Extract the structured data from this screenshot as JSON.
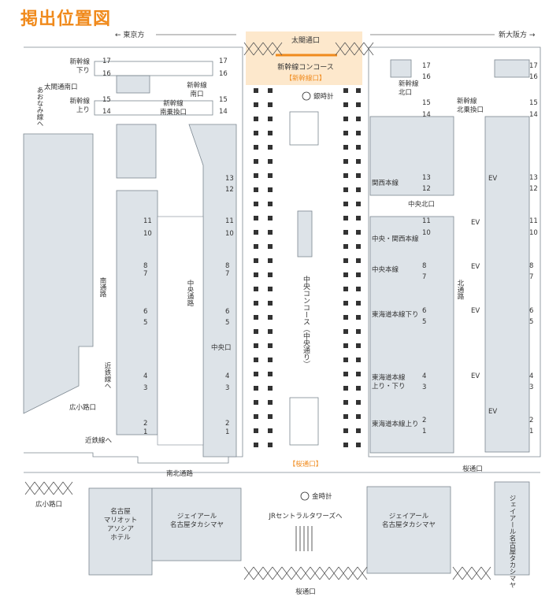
{
  "title": "掲出位置図",
  "colors": {
    "accent": "#f08a1c",
    "concourse_bg": "#fde8cc",
    "block": "#dde3e8",
    "line": "#7c8790",
    "text": "#333333"
  },
  "directions": {
    "west": "← 東京方",
    "east": "新大阪方 →"
  },
  "top_concourse": {
    "gate": "太閤通口",
    "name": "新幹線コンコース",
    "sub": "【新幹線口】"
  },
  "left_labels": {
    "shinkansen_down": [
      "新幹線",
      "下り"
    ],
    "shinkansen_up": [
      "新幹線",
      "上り"
    ],
    "taiko_south": "太閤通南口",
    "aonami": "あおなみ線へ",
    "shinkansen_south": [
      "新幹線",
      "南口"
    ],
    "shinkansen_south_transfer": [
      "新幹線",
      "南乗換口"
    ],
    "south_street": "南通路",
    "central_street": "中央通路",
    "central_gate": "中央口",
    "kintetsu": "近鉄線へ",
    "hirokoji": "広小路口",
    "kintetsu_bottom": "近鉄線へ"
  },
  "right_labels": {
    "shinkansen_north": [
      "新幹線",
      "北口"
    ],
    "shinkansen_north_transfer": [
      "新幹線",
      "北乗換口"
    ],
    "kansai": "関西本線",
    "central_north": "中央北口",
    "chuo_kansai": "中央・関西本線",
    "chuo": "中央本線",
    "tokaido_down": "東海道本線下り",
    "tokaido_both": [
      "東海道本線",
      "上り・下り"
    ],
    "tokaido_up": "東海道本線上り",
    "north_street": "北通路",
    "ev": "EV"
  },
  "center": {
    "silver_clock": "銀時計",
    "central_concourse": "中央コンコース（中央通り）",
    "sakura_gate": "【桜通口】"
  },
  "platforms": [
    "17",
    "16",
    "15",
    "14",
    "13",
    "12",
    "11",
    "10",
    "8",
    "7",
    "6",
    "5",
    "4",
    "3",
    "2",
    "1"
  ],
  "bottom": {
    "nanboku": "南北通路",
    "hirokoji_gate": "広小路口",
    "marriott": [
      "名古屋",
      "マリオット",
      "アソシア",
      "ホテル"
    ],
    "takashimaya_left": [
      "ジェイアール",
      "名古屋タカシマヤ"
    ],
    "gold_clock": "金時計",
    "jr_towers": "JRセントラルタワーズへ",
    "takashimaya_right": [
      "ジェイアール",
      "名古屋タカシマヤ"
    ],
    "takashimaya_vertical": "ジェイアール名古屋タカシマヤ",
    "sakuradori_gate_right": "桜通口",
    "sakuradori_gate_bottom": "桜通口"
  }
}
